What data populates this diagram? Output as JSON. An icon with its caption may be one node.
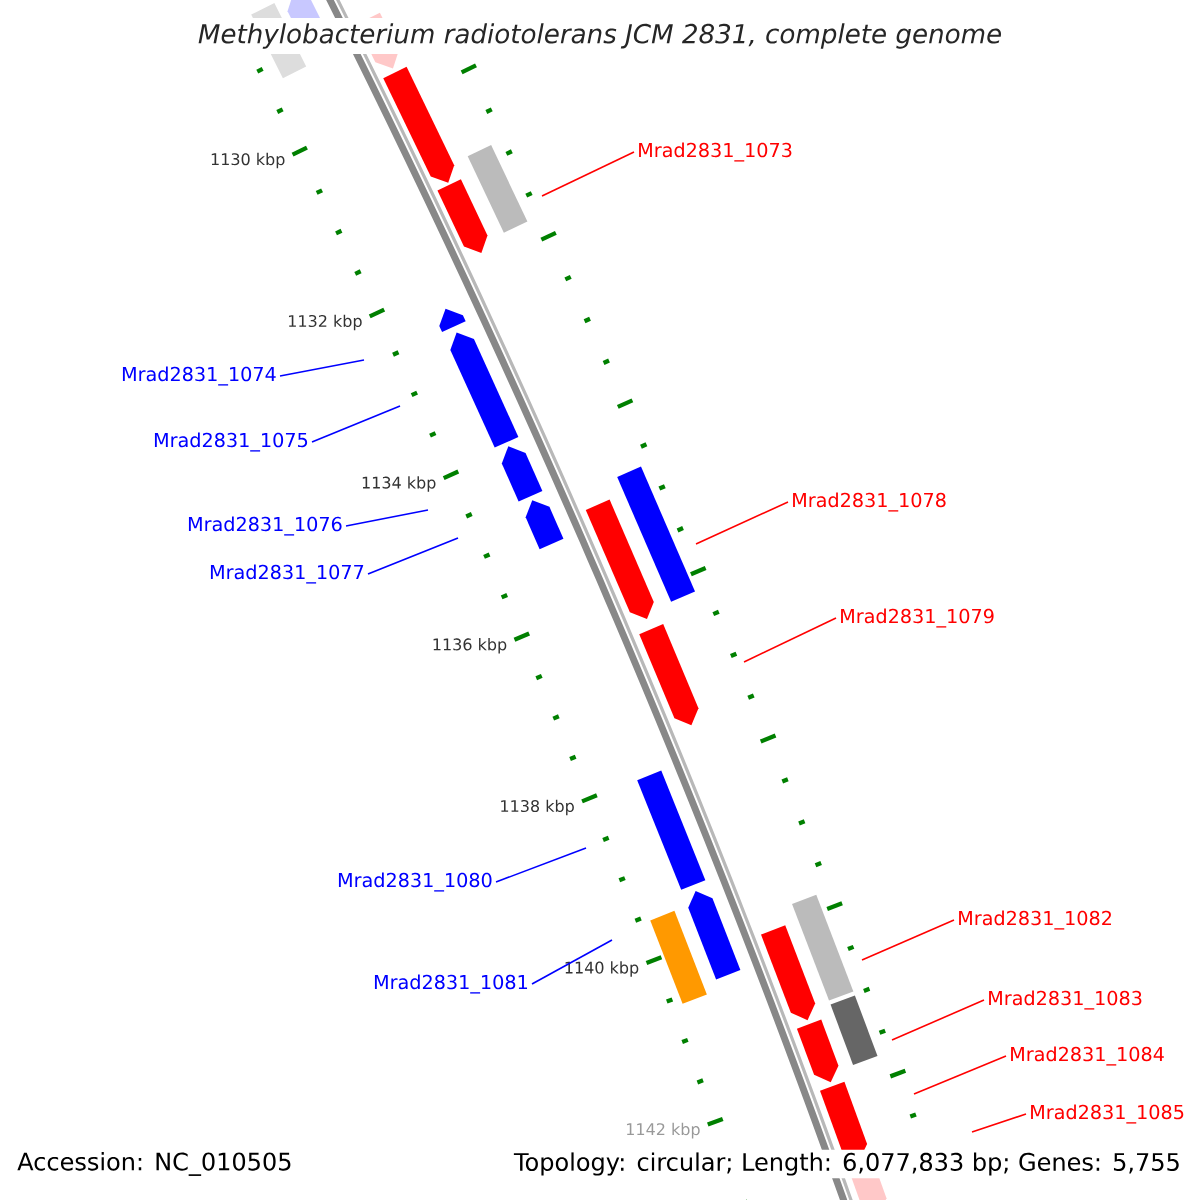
{
  "diagram": {
    "title": "*Methylobacterium radiotolerans* JCM 2831, complete genome",
    "nodes": [
      {
        "text": [
          "Mrad2831_1073"
        ]
      },
      {
        "text": [
          "Mrad2831_1074"
        ]
      },
      {
        "text": [
          "Mrad2831_1075"
        ]
      },
      {
        "text": [
          "Mrad2831_1076"
        ]
      },
      {
        "text": [
          "Mrad2831_1077"
        ]
      },
      {
        "text": [
          "Mrad2831_1078"
        ]
      },
      {
        "text": [
          "Mrad2831_1079"
        ]
      },
      {
        "text": [
          "Mrad2831_1080"
        ]
      },
      {
        "text": [
          "Mrad2831_1081"
        ]
      },
      {
        "text": [
          "Mrad2831_1082"
        ]
      },
      {
        "text": [
          "Mrad2831_1083"
        ]
      },
      {
        "text": [
          "Mrad2831_1084"
        ]
      },
      {
        "text": [
          "Mrad2831_1085"
        ]
      }
    ],
    "edges": [
      {
        "from": 0,
        "to": null,
        "arrow": "none"
      },
      {
        "from": 1,
        "to": null,
        "arrow": "none",
        "color": "#0000ff"
      },
      {
        "from": 2,
        "to": null,
        "arrow": "none",
        "color": "#0000ff"
      },
      {
        "from": 3,
        "to": null,
        "arrow": "none",
        "color": "#0000ff"
      },
      {
        "from": 4,
        "to": null,
        "arrow": "none",
        "color": "#0000ff"
      },
      {
        "from": 5,
        "to": null,
        "arrow": "none"
      },
      {
        "from": 6,
        "to": null,
        "arrow": "none"
      },
      {
        "from": 7,
        "to": null,
        "arrow": "none",
        "color": "#0000ff"
      },
      {
        "from": 8,
        "to": null,
        "arrow": "none",
        "color": "#0000ff"
      },
      {
        "from": 9,
        "to": null,
        "arrow": "none"
      },
      {
        "from": 10,
        "to": null,
        "arrow": "none"
      },
      {
        "from": 11,
        "to": null,
        "arrow": "none"
      },
      {
        "from": 12,
        "to": null,
        "arrow": "none"
      }
    ],
    "labels": [
      "1130 kbp",
      "1132 kbp",
      "1134 kbp",
      "1136 kbp",
      "1138 kbp",
      "1140 kbp",
      "1142 kbp",
      "Accession: NC_010505",
      "Topology: circular; Length: 6,077,833 bp; Genes: 5,755"
    ]
  }
}
